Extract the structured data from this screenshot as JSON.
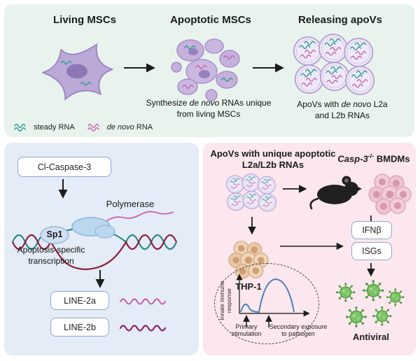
{
  "top": {
    "living_title": "Living MSCs",
    "apoptotic_title": "Apoptotic MSCs",
    "releasing_title": "Releasing apoVs",
    "apoptotic_caption": {
      "pre": "Synthesize ",
      "italic": "de novo",
      "post": " RNAs unique from living MSCs"
    },
    "releasing_caption": {
      "pre": "ApoVs with ",
      "italic": "de novo",
      "post": " L2a and L2b RNAs"
    },
    "legend": {
      "steady_label": "steady RNA",
      "denovo_italic": "de novo",
      "denovo_post": " RNA"
    }
  },
  "left": {
    "caspase": "Cl-Caspase-3",
    "polymerase": "Polymerase",
    "sp1": "Sp1",
    "transcription": "Apoptosis-specific transcription",
    "line2a": "LINE-2a",
    "line2b": "LINE-2b"
  },
  "right": {
    "title": "ApoVs with unique apoptotic L2a/L2b RNAs",
    "bmdm": {
      "italic": "Casp-3",
      "sup": "-/-",
      "post": " BMDMs"
    },
    "thp1": "THP-1",
    "ifnb": "IFNβ",
    "isgs": "ISGs",
    "graph": {
      "ylabel": "Innate immune response",
      "primary": "Primary stimulation",
      "secondary": "Secondary exposure to pathogen"
    },
    "antiviral": "Antiviral"
  },
  "colors": {
    "steady_rna": "#2f9e94",
    "de_novo_rna": "#c767ae",
    "line2b_rna": "#8f2063",
    "virus_green": "#6db85a",
    "curve_blue": "#4a80b8",
    "top_panel_bg": "#e9f3ee",
    "left_panel_bg": "#e4ecf7",
    "right_panel_bg": "#fbe7ed"
  }
}
